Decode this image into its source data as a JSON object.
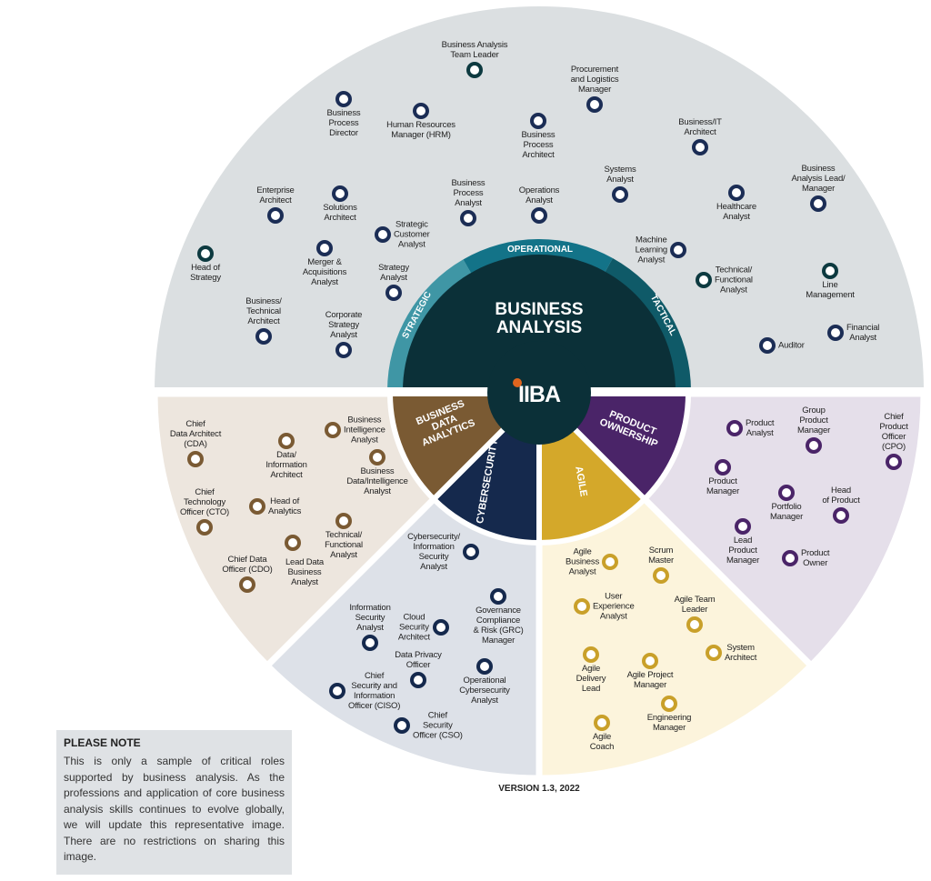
{
  "center": {
    "title_line1": "BUSINESS",
    "title_line2": "ANALYSIS",
    "logo": "IIBA"
  },
  "ring": {
    "strategic": "STRATEGIC",
    "operational": "OPERATIONAL",
    "tactical": "TACTICAL"
  },
  "wedges": {
    "bda": [
      "BUSINESS",
      "DATA",
      "ANALYTICS"
    ],
    "cyber": "CYBERSECURITY",
    "agile": "AGILE",
    "po": [
      "PRODUCT",
      "OWNERSHIP"
    ]
  },
  "colors": {
    "top_bg": "#dbdfe1",
    "bda_bg": "#ede6de",
    "cyber_bg": "#dde1e8",
    "agile_bg": "#fcf4dc",
    "po_bg": "#e5dfea",
    "center": "#0b3038",
    "strategic": "#3f96a5",
    "operational": "#137388",
    "tactical": "#0f5a68",
    "bda": "#7a5a33",
    "cyber": "#15294d",
    "agile": "#d4a82a",
    "po": "#4a2468",
    "top_dot": "#1b2d55",
    "bda_dot": "#7a5a33",
    "cyber_dot": "#15294d",
    "agile_dot": "#c9a02a",
    "po_dot": "#4a2468"
  },
  "roles": {
    "top": [
      "Business Analysis\nTeam Leader",
      "Procurement\nand Logistics\nManager",
      "Business\nProcess\nDirector",
      "Human Resources\nManager (HRM)",
      "Business\nProcess\nArchitect",
      "Business/IT\nArchitect",
      "Business\nAnalysis Lead/\nManager",
      "Systems\nAnalyst",
      "Healthcare\nAnalyst",
      "Business\nProcess\nAnalyst",
      "Operations\nAnalyst",
      "Enterprise\nArchitect",
      "Solutions\nArchitect",
      "Strategic\nCustomer\nAnalyst",
      "Head of\nStrategy",
      "Merger &\nAcquisitions\nAnalyst",
      "Strategy\nAnalyst",
      "Business/\nTechnical\nArchitect",
      "Corporate\nStrategy\nAnalyst",
      "Machine\nLearning\nAnalyst",
      "Technical/\nFunctional\nAnalyst",
      "Line\nManagement",
      "Financial\nAnalyst",
      "Auditor"
    ],
    "bda": [
      "Chief\nData Architect\n(CDA)",
      "Business\nIntelligence\nAnalyst",
      "Data/\nInformation\nArchitect",
      "Business\nData/Intelligence\nAnalyst",
      "Chief\nTechnology\nOfficer (CTO)",
      "Head of\nAnalytics",
      "Technical/\nFunctional\nAnalyst",
      "Chief Data\nOfficer (CDO)",
      "Lead Data\nBusiness\nAnalyst"
    ],
    "cyber": [
      "Cybersecurity/\nInformation\nSecurity\nAnalyst",
      "Governance\nCompliance\n& Risk (GRC)\nManager",
      "Information\nSecurity\nAnalyst",
      "Cloud\nSecurity\nArchitect",
      "Data Privacy\nOfficer",
      "Operational\nCybersecurity\nAnalyst",
      "Chief\nSecurity and\nInformation\nOfficer (CISO)",
      "Chief\nSecurity\nOfficer (CSO)"
    ],
    "agile": [
      "Agile\nBusiness\nAnalyst",
      "Scrum\nMaster",
      "User\nExperience\nAnalyst",
      "Agile Team\nLeader",
      "System\nArchitect",
      "Agile\nDelivery\nLead",
      "Agile Project\nManager",
      "Engineering\nManager",
      "Agile\nCoach"
    ],
    "po": [
      "Product\nAnalyst",
      "Group\nProduct\nManager",
      "Chief\nProduct\nOfficer (CPO)",
      "Product\nManager",
      "Portfolio\nManager",
      "Head\nof Product",
      "Lead\nProduct\nManager",
      "Product\nOwner"
    ]
  },
  "note": {
    "title": "PLEASE NOTE",
    "body": "This is only a sample of critical roles supported by business analysis. As the professions and application of core business analysis skills continues to evolve globally, we will update this representative image. There are no restrictions on sharing this image."
  },
  "version": "VERSION 1.3, 2022"
}
